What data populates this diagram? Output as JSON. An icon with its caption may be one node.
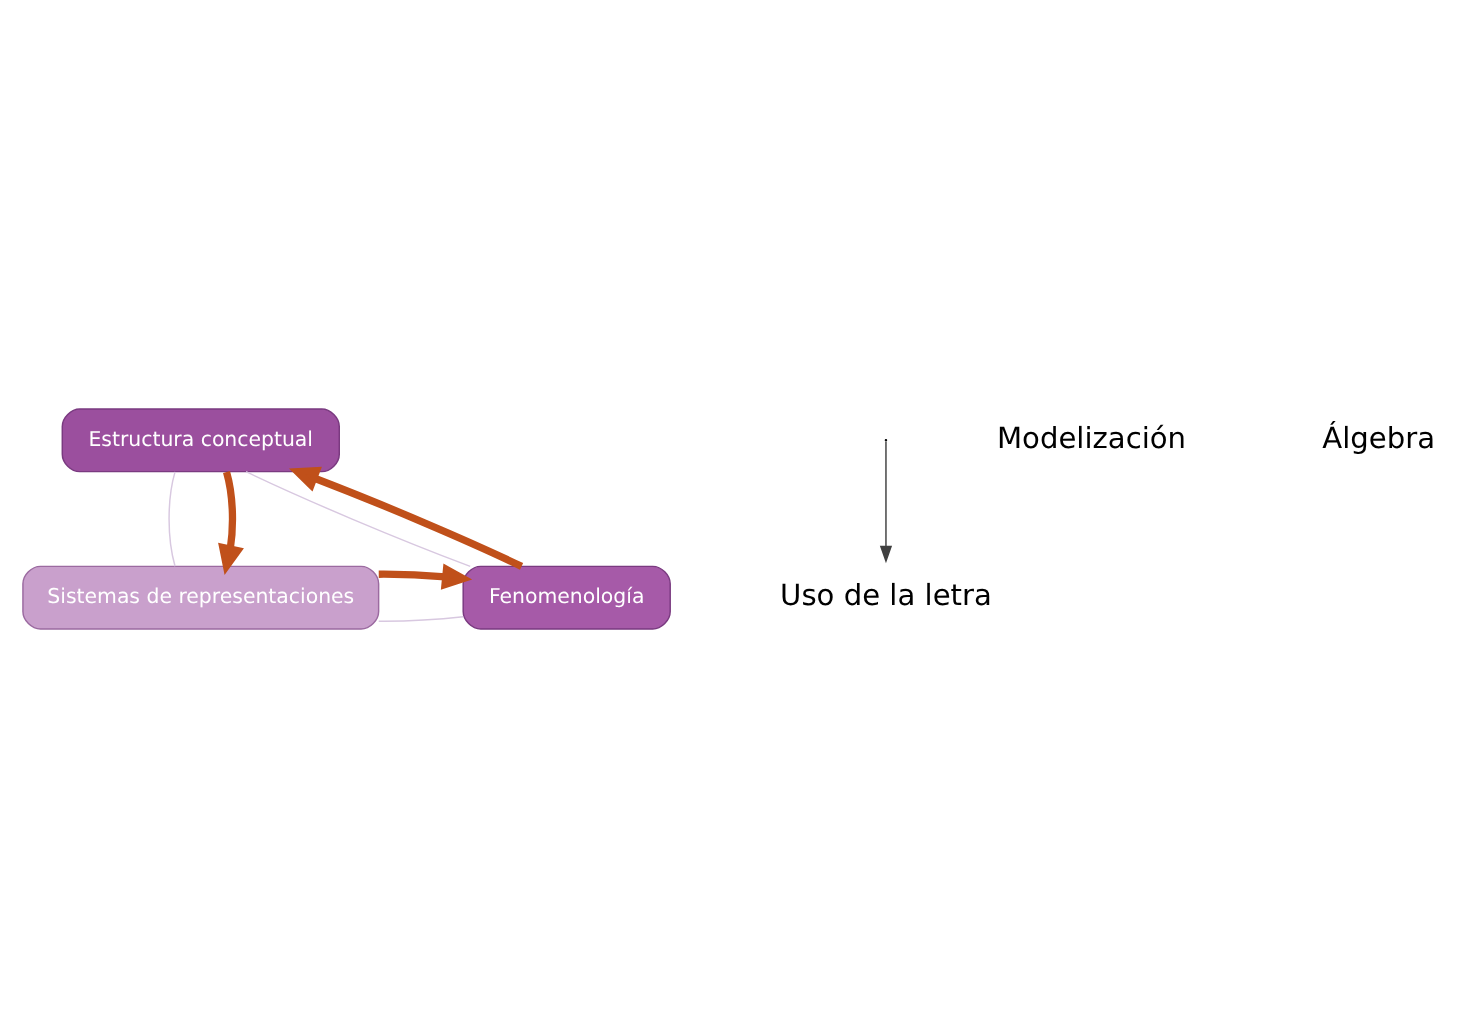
{
  "diagram": {
    "nodes": [
      {
        "text": [
          "Estructura conceptual"
        ]
      },
      {
        "text": [
          "Sistemas de representaciones"
        ]
      },
      {
        "text": [
          "Fenomenología"
        ]
      },
      {
        "text": [
          "Uso de la letra"
        ]
      }
    ],
    "edges": [
      {
        "from": 0,
        "to": 1,
        "arrow": "none",
        "color": "#d8c8e0"
      },
      {
        "from": 1,
        "to": 2,
        "arrow": "none",
        "color": "#d8c8e0"
      },
      {
        "from": 2,
        "to": 0,
        "arrow": "none",
        "color": "#d8c8e0"
      },
      {
        "from": 0,
        "to": 1,
        "arrow": "to",
        "style": "thick",
        "color": "#c0501a"
      },
      {
        "from": 1,
        "to": 2,
        "arrow": "to",
        "style": "thick",
        "color": "#c0501a"
      },
      {
        "from": 2,
        "to": 0,
        "arrow": "to",
        "style": "thick",
        "color": "#c0501a"
      },
      {
        "from": null,
        "to": 3,
        "arrow": "to",
        "color": "#404040"
      }
    ],
    "labels": [
      "Modelización",
      "Álgebra"
    ]
  }
}
